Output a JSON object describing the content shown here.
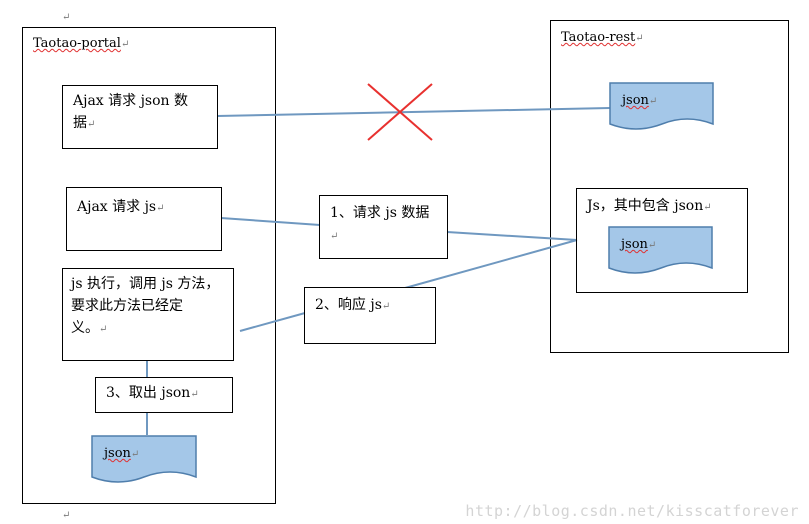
{
  "marks": {
    "paragraph": "↵"
  },
  "portal": {
    "title": "Taotao-portal",
    "ajax_json": {
      "line1": "Ajax 请求 json 数",
      "line2": "据"
    },
    "ajax_js": "Ajax 请求 js",
    "exec": {
      "line1": "js 执行，调用 js 方法，",
      "line2": "要求此方法已经定",
      "line3": "义。"
    },
    "take_json": "3、取出 json",
    "doc_json": "json"
  },
  "rest": {
    "title": "Taotao-rest",
    "doc_json": "json",
    "js_box": {
      "label": "Js，其中包含 json",
      "doc_json": "json"
    }
  },
  "middle": {
    "request": "1、请求 js 数据",
    "response": "2、响应 js"
  },
  "watermark": "http://blog.csdn.net/kisscatforever",
  "colors": {
    "line": "#6f98c0",
    "doc_fill": "#a4c7e8",
    "doc_stroke": "#4f7eac",
    "cross": "#e8312f"
  }
}
